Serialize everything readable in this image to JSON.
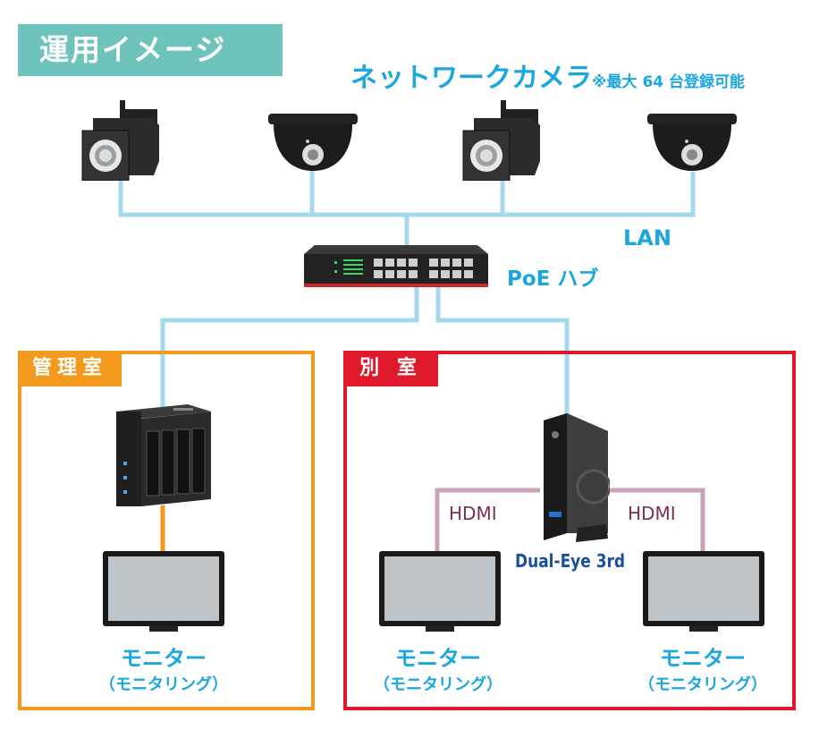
{
  "title": "運用イメージ",
  "cameras": {
    "heading": "ネットワークカメラ",
    "note": "※最大 64 台登録可能",
    "items": [
      {
        "type": "box-camera"
      },
      {
        "type": "dome-camera"
      },
      {
        "type": "box-camera"
      },
      {
        "type": "dome-camera"
      }
    ]
  },
  "network": {
    "lan_label": "LAN",
    "hub_label": "PoE ハブ"
  },
  "rooms": {
    "admin": {
      "label": "管理室",
      "color": "#f39a1e"
    },
    "separate": {
      "label": "別 室",
      "color": "#e0192d"
    }
  },
  "devices": {
    "recorder_label": "Dual-Eye 3rd",
    "hdmi_left": "HDMI",
    "hdmi_right": "HDMI"
  },
  "monitors": [
    {
      "line1": "モニター",
      "line2": "（モニタリング）"
    },
    {
      "line1": "モニター",
      "line2": "（モニタリング）"
    },
    {
      "line1": "モニター",
      "line2": "（モニタリング）"
    }
  ],
  "colors": {
    "cable": "#a6d8ee",
    "hdmi_cable": "#caa3b8",
    "nas_cable": "#f39a1e",
    "accent": "#1aa6df"
  }
}
